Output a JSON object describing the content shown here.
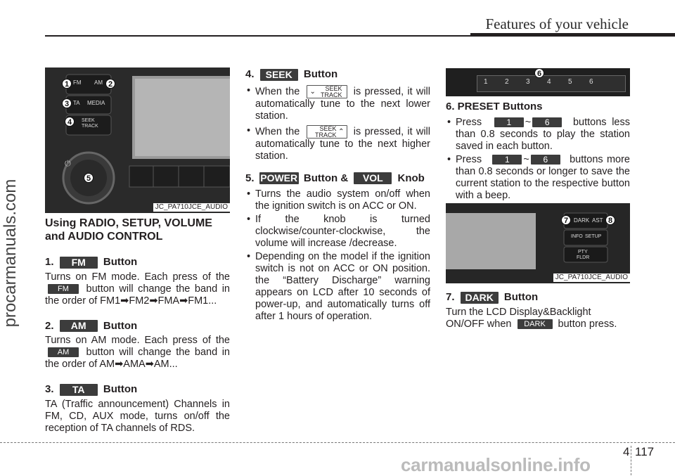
{
  "header": {
    "title": "Features of your vehicle"
  },
  "watermark": "procarmanuals.com",
  "footer": {
    "chapter": "4",
    "page": "117",
    "watermark": "carmanualsonline.info"
  },
  "figure1": {
    "caption": "JC_PA710JCE_AUDIO",
    "labels": {
      "fm": "FM",
      "am": "AM",
      "ta": "TA",
      "media": "MEDIA",
      "seek": "SEEK",
      "track": "TRACK"
    },
    "callouts": [
      "1",
      "2",
      "3",
      "4",
      "5"
    ]
  },
  "figure2": {
    "callout": "6",
    "keys": [
      "1",
      "2",
      "3",
      "4",
      "5",
      "6"
    ]
  },
  "figure3": {
    "caption": "JC_PA710JCE_AUDIO",
    "labels": {
      "dark": "DARK",
      "ast": "AST",
      "info": "INFO",
      "setup": "SETUP",
      "pty": "PTY",
      "fldr": "FLDR"
    },
    "callouts": [
      "7",
      "8"
    ]
  },
  "col1": {
    "heading": "Using RADIO, SETUP, VOLUME and AUDIO CONTROL",
    "s1": {
      "num": "1.",
      "badge": "FM",
      "suffix": "Button",
      "text_a": "Turns on FM mode. Each press of the",
      "badge_inline": "FM",
      "text_b": "button will change the band in the order of FM1➡FM2➡FMA➡FM1..."
    },
    "s2": {
      "num": "2.",
      "badge": "AM",
      "suffix": "Button",
      "text_a": "Turns on AM mode. Each press of the",
      "badge_inline": "AM",
      "text_b": "button will change the band in the order of AM➡AMA➡AM..."
    },
    "s3": {
      "num": "3.",
      "badge": "TA",
      "suffix": "Button",
      "text": "TA (Traffic announcement) Channels in FM, CD, AUX mode, turns on/off the reception of TA channels of RDS."
    }
  },
  "col2": {
    "s4": {
      "num": "4.",
      "badge": "SEEK",
      "suffix": "Button"
    },
    "seek_badge": {
      "line1": "SEEK",
      "line2": "TRACK"
    },
    "b1": {
      "a": "When the",
      "b": "is pressed, it will automatically tune to the next lower station."
    },
    "b2": {
      "a": "When the",
      "b": "is pressed, it will automatically tune to the next higher station."
    },
    "s5": {
      "num": "5.",
      "badge1": "POWER",
      "mid": "Button &",
      "badge2": "VOL",
      "suffix": "Knob"
    },
    "b3": "Turns the audio system on/off when the ignition switch is on ACC or ON.",
    "b4": "If the knob is turned clockwise/counter-clockwise, the volume will increase /decrease.",
    "b5": "Depending on the model if the ignition switch is not on ACC or ON position. the “Battery Discharge” warning appears on LCD after 10 seconds of power-up, and automatically turns off after 1 hours of operation."
  },
  "col3": {
    "s6": "6. PRESET Buttons",
    "p1": {
      "a": "Press",
      "k1": "1",
      "tilde": "~",
      "k2": "6",
      "b": "buttons less than 0.8 seconds to play the station saved in each button."
    },
    "p2": {
      "a": "Press",
      "k1": "1",
      "tilde": "~",
      "k2": "6",
      "b": "buttons more than 0.8 seconds or longer to save the current station to the respective button with a beep."
    },
    "s7": {
      "num": "7.",
      "badge": "DARK",
      "suffix": "Button"
    },
    "text_a": "Turn the LCD Display&Backlight ON/OFF when",
    "badge_inline": "DARK",
    "text_b": "button press."
  }
}
